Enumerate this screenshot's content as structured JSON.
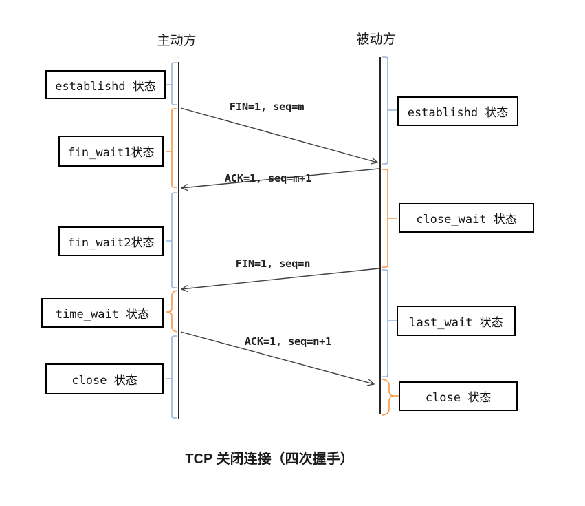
{
  "diagram": {
    "caption": "TCP 关闭连接（四次握手）",
    "actors": {
      "left": "主动方",
      "right": "被动方"
    },
    "left_states": [
      "establishd 状态",
      "fin_wait1状态",
      "fin_wait2状态",
      "time_wait 状态",
      "close 状态"
    ],
    "right_states": [
      "establishd 状态",
      "close_wait 状态",
      "last_wait 状态",
      "close 状态"
    ],
    "messages": [
      "FIN=1, seq=m",
      "ACK=1, seq=m+1",
      "FIN=1, seq=n",
      "ACK=1, seq=n+1"
    ],
    "colors": {
      "bracket_blue": "#95b3d7",
      "bracket_orange": "#f79646",
      "line": "#404040",
      "lifeline": "#262626",
      "box_border": "#000000"
    }
  }
}
